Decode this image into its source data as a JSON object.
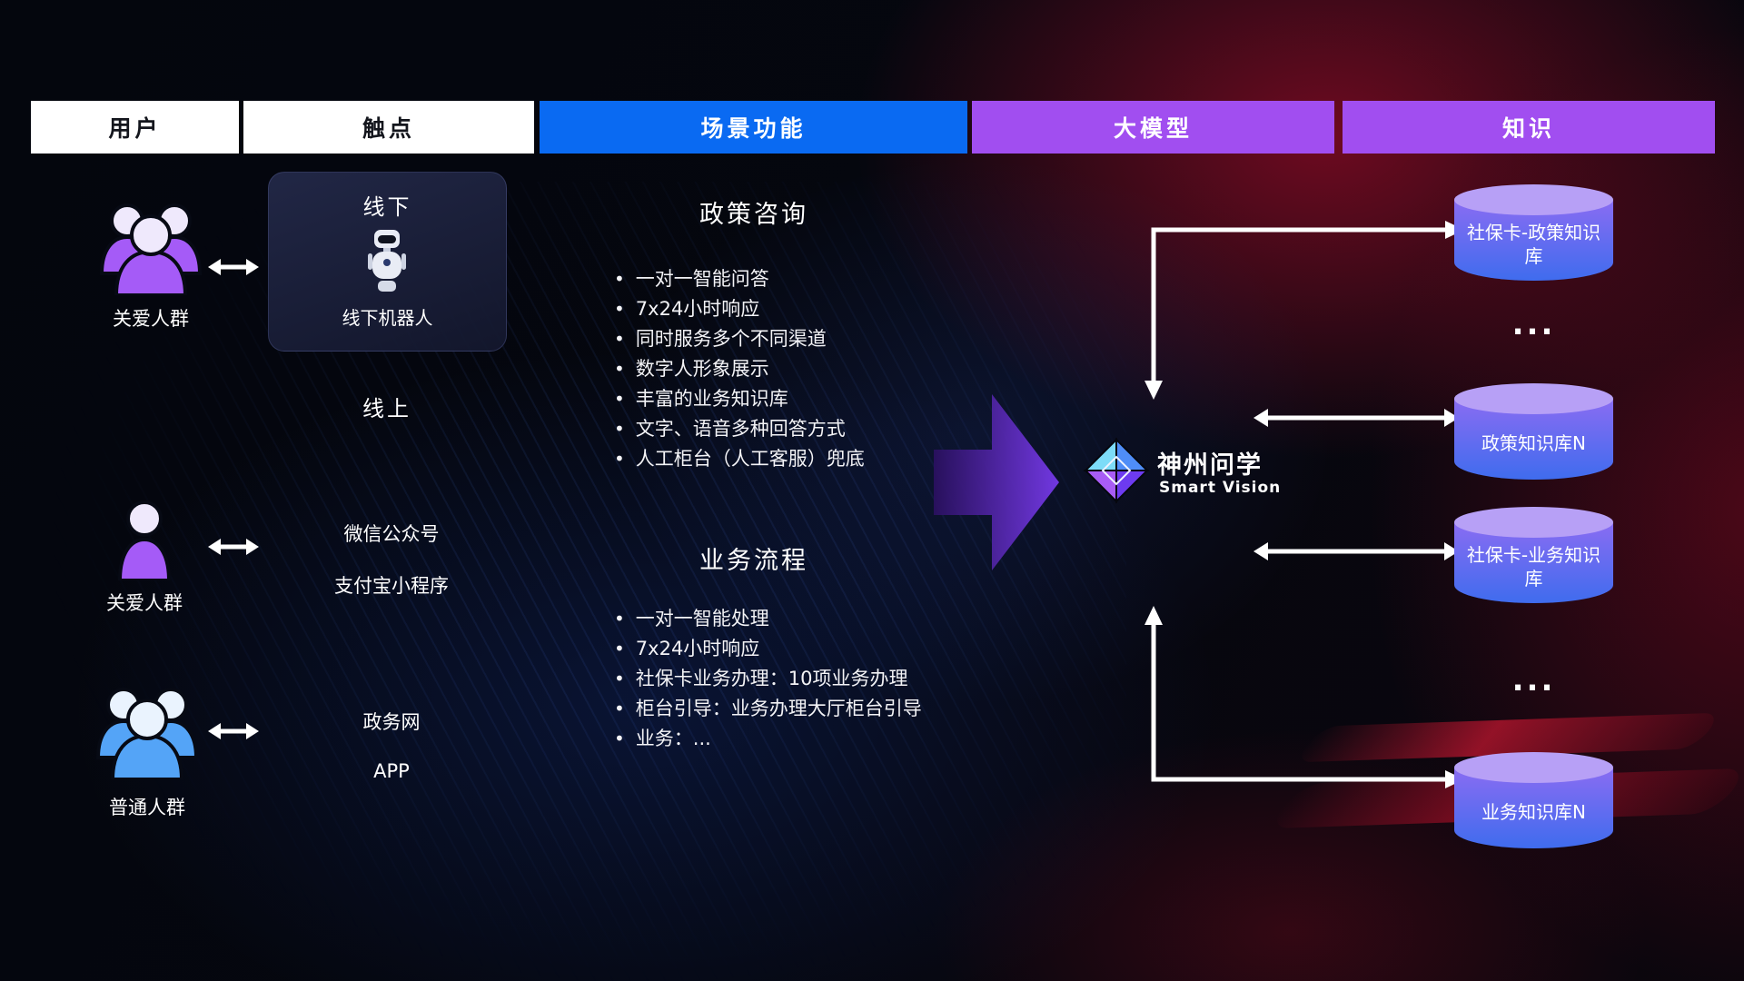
{
  "headers": [
    {
      "label": "用户"
    },
    {
      "label": "触点"
    },
    {
      "label": "场景功能"
    },
    {
      "label": "大模型"
    },
    {
      "label": "知识"
    }
  ],
  "users": [
    {
      "label": "关爱人群"
    },
    {
      "label": "关爱人群"
    },
    {
      "label": "普通人群"
    }
  ],
  "touchpoints": {
    "offline_title": "线下",
    "offline_robot_label": "线下机器人",
    "online_title": "线上",
    "channels": [
      "微信公众号",
      "支付宝小程序",
      "政务网",
      "APP"
    ]
  },
  "scenarios": [
    {
      "title": "政策咨询",
      "items": [
        "一对一智能问答",
        "7x24小时响应",
        "同时服务多个不同渠道",
        "数字人形象展示",
        "丰富的业务知识库",
        "文字、语音多种回答方式",
        "人工柜台（人工客服）兜底"
      ]
    },
    {
      "title": "业务流程",
      "items": [
        "一对一智能处理",
        "7x24小时响应",
        "社保卡业务办理：10项业务办理",
        "柜台引导：业务办理大厅柜台引导",
        "业务：..."
      ]
    }
  ],
  "model": {
    "name": "神州问学",
    "subtitle": "Smart Vision"
  },
  "knowledge": {
    "databases": [
      {
        "label": "社保卡-政策知识库"
      },
      {
        "label": "政策知识库N"
      },
      {
        "label": "社保卡-业务知识库"
      },
      {
        "label": "业务知识库N"
      }
    ],
    "ellipsis": "..."
  },
  "bullet_glyph": "•",
  "icons": {
    "group_users": "group-people-icon",
    "single_user": "person-icon",
    "bidirectional": "double-arrow-icon",
    "robot": "robot-icon",
    "logo": "smart-vision-logo-icon",
    "database": "database-cylinder-icon",
    "flow": "flow-arrow-icon"
  },
  "colors": {
    "scenario_header": "#0a6af2",
    "model_header": "#a14ef0",
    "knowledge_header": "#a14ef0",
    "user_purple": "#a55bf7",
    "user_blue": "#54a4f7",
    "cylinder_top": "#b7a0f6",
    "cylinder_body_top": "#8a6cf2",
    "cylinder_body_bottom": "#3f6cee",
    "big_arrow_start": "#2a1060",
    "big_arrow_end": "#7a3bf0",
    "flow_arrow": "#ffffff"
  }
}
